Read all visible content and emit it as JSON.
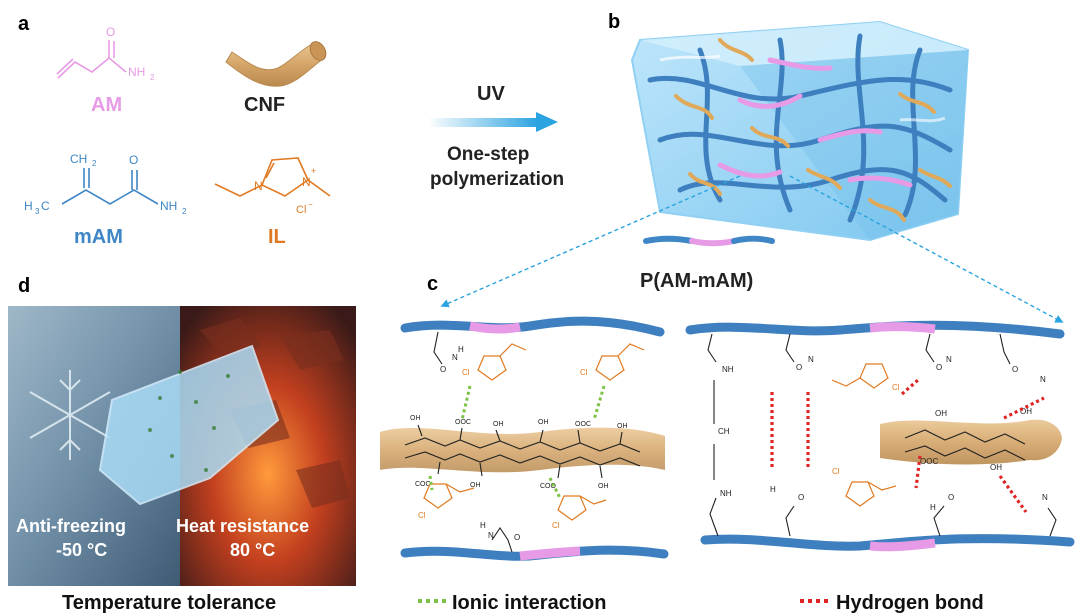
{
  "panels": {
    "a": "a",
    "b": "b",
    "c": "c",
    "d": "d"
  },
  "molecules": {
    "am": "AM",
    "nh2": "NH",
    "o": "O",
    "cnf": "CNF",
    "ch2": "CH",
    "h3c": "H",
    "mam": "mAM",
    "il": "IL",
    "n": "N",
    "cl": "Cl"
  },
  "reaction": {
    "uv": "UV",
    "step1": "One-step",
    "step2": "polymerization"
  },
  "polymer_label": "P(AM-mAM)",
  "panel_d": {
    "left_title": "Anti-freezing",
    "left_temp": "-50 °C",
    "right_title": "Heat resistance",
    "right_temp": "80 °C",
    "caption": "Temperature tolerance"
  },
  "legend": {
    "ionic": "Ionic interaction",
    "hbond": "Hydrogen bond"
  },
  "atoms": {
    "oh": "OH",
    "ooc": "OOC",
    "coo": "COO",
    "h": "H",
    "nh": "NH",
    "ch2": "CH",
    "n": "N",
    "cl": "Cl",
    "o": "O"
  },
  "colors": {
    "pink": "#e79be6",
    "blue": "#3e86c6",
    "orange": "#e07a22",
    "fiber": "#d8ab6f",
    "ionic": "#7dc242",
    "hbond": "#e02424"
  }
}
